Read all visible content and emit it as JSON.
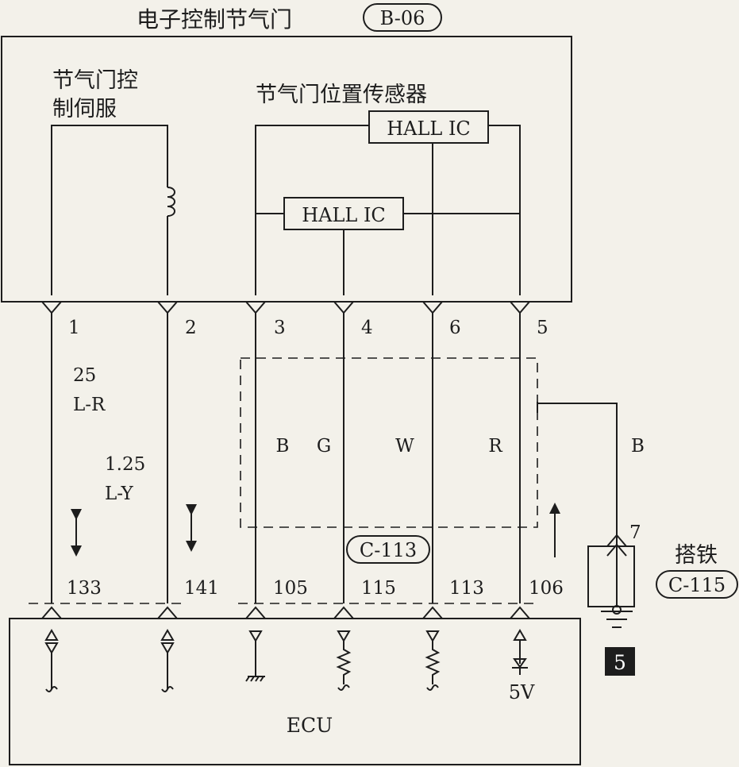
{
  "component": {
    "title": "电子控制节气门",
    "code": "B-06"
  },
  "servo": {
    "line1": "节气门控",
    "line2": "制伺服"
  },
  "sensor": {
    "title": "节气门位置传感器",
    "hall_top": "HALL IC",
    "hall_mid": "HALL IC"
  },
  "pins": [
    "1",
    "2",
    "3",
    "4",
    "6",
    "5"
  ],
  "ecu_pins": [
    "133",
    "141",
    "105",
    "115",
    "113",
    "106"
  ],
  "wires": {
    "w1_size": "25",
    "w1_color": "L-R",
    "w2_size": "1.25",
    "w2_color": "L-Y",
    "c3": "B",
    "c4": "G",
    "c6": "W",
    "c5": "R",
    "ground_color": "B"
  },
  "connector_c113": "C-113",
  "ground": {
    "label": "搭铁",
    "code": "C-115",
    "pin": "7",
    "ref_no": "5"
  },
  "ecu": {
    "label": "ECU",
    "voltage": "5V"
  }
}
